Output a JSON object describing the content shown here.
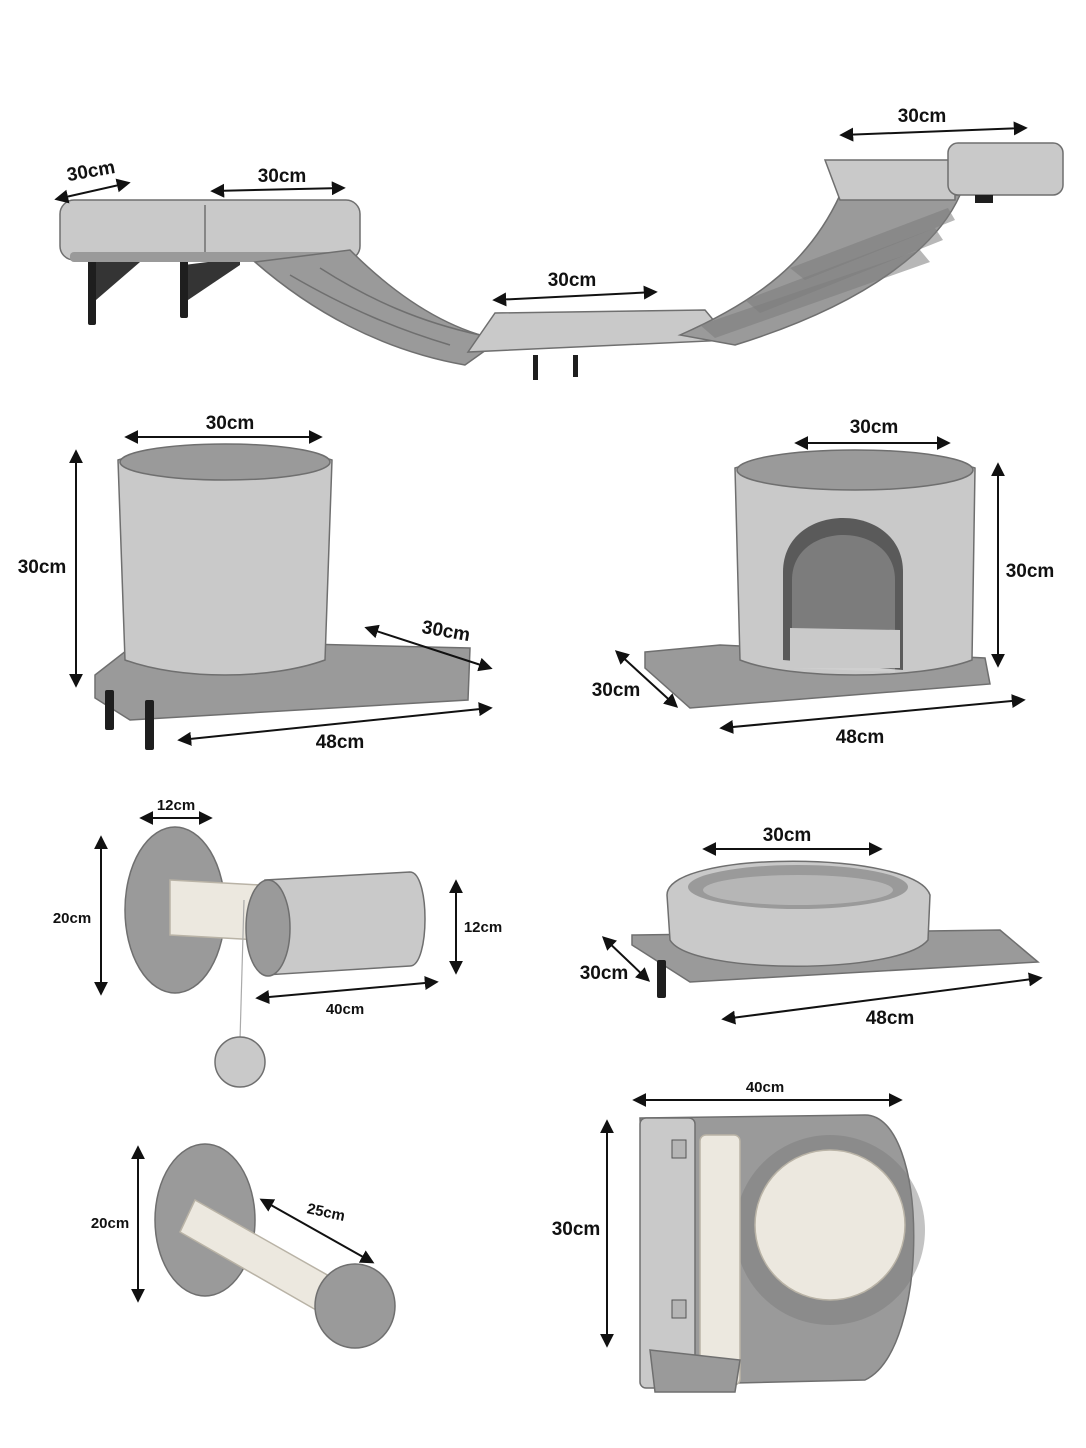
{
  "colors": {
    "background": "#ffffff",
    "plush_light": "#c9c9c9",
    "plush_mid": "#9a9a9a",
    "plush_dark": "#7b7b7b",
    "sisal": "#ece8df",
    "bracket": "#1e1e1e",
    "dimension_line": "#111111"
  },
  "products": {
    "bridge": {
      "left_bed_width": "30cm",
      "left_bed_depth": "30cm",
      "middle_step_width": "30cm",
      "right_bed_width": "30cm"
    },
    "tall_condo": {
      "width": "30cm",
      "height": "30cm",
      "platform_depth": "30cm",
      "platform_length": "48cm"
    },
    "cave_condo": {
      "width": "30cm",
      "height": "30cm",
      "platform_depth": "30cm",
      "platform_length": "48cm"
    },
    "post_with_tunnel": {
      "mount_width": "12cm",
      "mount_height": "20cm",
      "tunnel_diameter": "12cm",
      "tunnel_length": "40cm"
    },
    "bed_platform": {
      "bed_width": "30cm",
      "platform_depth": "30cm",
      "platform_length": "48cm"
    },
    "scratch_post": {
      "mount_height": "20cm",
      "post_length": "25cm"
    },
    "scratch_board": {
      "width": "40cm",
      "height": "30cm"
    }
  }
}
